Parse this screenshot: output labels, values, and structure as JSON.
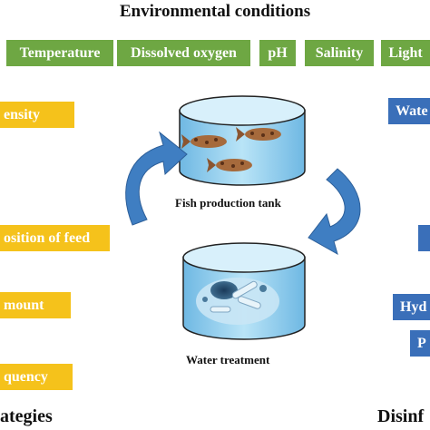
{
  "title": "Environmental conditions",
  "conditions": [
    "Temperature",
    "Dissolved oxygen",
    "pH",
    "Salinity",
    "Light"
  ],
  "left_tags": [
    "ensity",
    "osition of feed",
    "mount",
    "quency"
  ],
  "right_tags": [
    "Wate",
    "",
    "Hyd",
    "P"
  ],
  "fish_tank_label": "Fish production tank",
  "water_treatment_label": "Water treatment",
  "left_section_label": "ategies",
  "right_section_label": "Disinf",
  "colors": {
    "green": "#6ea743",
    "yellow": "#f5c21b",
    "blue": "#3a6fb9",
    "arrow": "#3f7ec2",
    "tank_water": "#a7d8f0"
  }
}
